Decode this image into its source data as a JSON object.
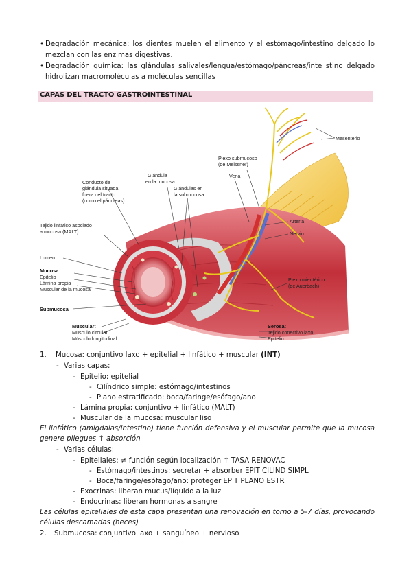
{
  "bullets": [
    "Degradación mecánica: los dientes muelen el alimento y el estómago/intestino delgado lo mezclan con las enzimas digestivas.",
    "Degradación química: las glándulas salivales/lengua/estómago/páncreas/inte stino delgado hidrolizan macromoléculas a moléculas sencillas"
  ],
  "section_title": "CAPAS DEL TRACTO GASTROINTESTINAL",
  "figure": {
    "labels": {
      "mesenterio": "Mesenterio",
      "plexo_sub_1": "Plexo submucoso",
      "plexo_sub_2": "(de Meissner)",
      "vena": "Vena",
      "glandula_mucosa_1": "Glándula",
      "glandula_mucosa_2": "en la mucosa",
      "glandulas_sub_1": "Glándulas en",
      "glandulas_sub_2": "la submucosa",
      "conducto_1": "Conducto de",
      "conducto_2": "glándula situada",
      "conducto_3": "fuera del tracto",
      "conducto_4": "(como el páncreas)",
      "tejido_1": "Tejido linfático asociado",
      "tejido_2": "a mucosa (MALT)",
      "lumen": "Lumen",
      "mucosa": "Mucosa:",
      "epitelio": "Epitelio",
      "lamina": "Lámina propia",
      "muscular_mucosa": "Muscular de la mucosa",
      "submucosa": "Submucosa",
      "muscular": "Muscular:",
      "musculo_circular": "Músculo circular",
      "musculo_longitudinal": "Músculo longitudinal",
      "arteria": "Arteria",
      "nervio": "Nervio",
      "plexo_mien_1": "Plexo mientérico",
      "plexo_mien_2": "(de Auerbach)",
      "serosa": "Serosa:",
      "tejido_conectivo": "Tejido conectivo laxo",
      "epitelio_serosa": "Epitelio"
    }
  },
  "outline": [
    {
      "marker": "1.",
      "text": "Mucosa: conjuntivo laxo + epitelial + linfático + muscular ",
      "bold_suffix": "(INT)"
    },
    {
      "marker": "-",
      "text": "Varias capas:"
    },
    {
      "marker": "-",
      "text": "Epitelio: epitelial"
    },
    {
      "marker": "-",
      "text": "Cilíndrico simple: estómago/intestinos"
    },
    {
      "marker": "-",
      "text": "Plano estratificado: boca/faringe/esófago/ano"
    },
    {
      "marker": "-",
      "text": "Lámina propia: conjuntivo + linfático (MALT)"
    },
    {
      "marker": "-",
      "text": "Muscular de la mucosa: muscular liso"
    },
    {
      "italic": "El linfático (amigdalas/intestino) tiene función defensiva y el muscular permite que la mucosa genere pliegues ↑ absorción"
    },
    {
      "marker": "-",
      "text": "Varias células:"
    },
    {
      "marker": "-",
      "text": "Epiteliales: ≠ función según localización ↑ TASA RENOVAC"
    },
    {
      "marker": "-",
      "text": "Estómago/intestinos: secretar + absorber  EPIT CILIND SIMPL"
    },
    {
      "marker": "-",
      "text": "Boca/faringe/esófago/ano: proteger EPIT PLANO ESTR"
    },
    {
      "marker": "-",
      "text": "Exocrinas: liberan mucus/líquido a la luz"
    },
    {
      "marker": "-",
      "text": "Endocrinas: liberan hormonas a sangre"
    },
    {
      "italic": "Las células epiteliales de esta capa presentan una renovación en torno a 5-7 días, provocando células descamadas (heces)"
    },
    {
      "marker": "2.",
      "text": "Submucosa: conjuntivo laxo + sanguíneo + nervioso"
    }
  ],
  "colors": {
    "section_bar": "#f4d6e0",
    "muscle": "#c8323c",
    "fat": "#f2c94c",
    "nerve": "#e8c81e"
  }
}
